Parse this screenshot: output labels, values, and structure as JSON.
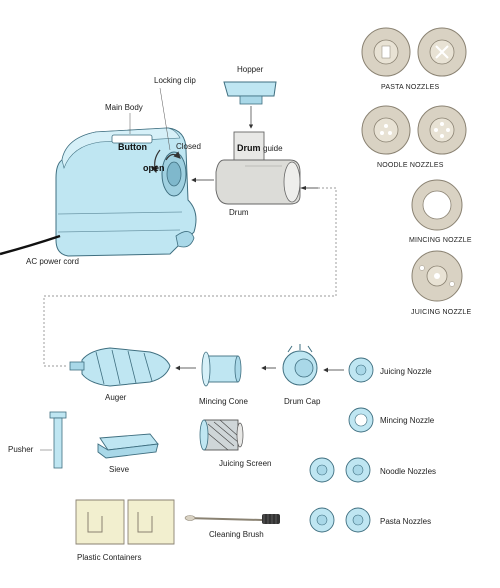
{
  "labels": {
    "hopper": "Hopper",
    "locking_clip": "Locking  clip",
    "main_body": "Main Body",
    "button": "Button",
    "closed": "Closed",
    "open": "open",
    "drum_guide_1": "Drum",
    "drum_guide_2": "guide",
    "drum": "Drum",
    "ac_power_cord": "AC power cord",
    "pasta_nozzles_top": "PASTA NOZZLES",
    "noodle_nozzles_top": "NOODLE NOZZLES",
    "mincing_nozzle_top": "MINCING NOZZLE",
    "juicing_nozzle_top": "JUICING NOZZLE",
    "auger": "Auger",
    "mincing_cone": "Mincing Cone",
    "drum_cap": "Drum Cap",
    "juicing_nozzle": "Juicing Nozzle",
    "mincing_nozzle": "Mincing Nozzle",
    "noodle_nozzles": "Noodle Nozzles",
    "pasta_nozzles": "Pasta Nozzles",
    "pusher": "Pusher",
    "sieve": "Sieve",
    "juicing_screen": "Juicing Screen",
    "plastic_containers": "Plastic Containers",
    "cleaning_brush": "Cleaning Brush"
  },
  "colors": {
    "part_fill": "#bfe6f2",
    "part_stroke": "#3f6f80",
    "nozzle_fill": "#d9d2c3",
    "nozzle_stroke": "#8a8272",
    "container_fill": "#f2efcf",
    "line": "#555555"
  }
}
